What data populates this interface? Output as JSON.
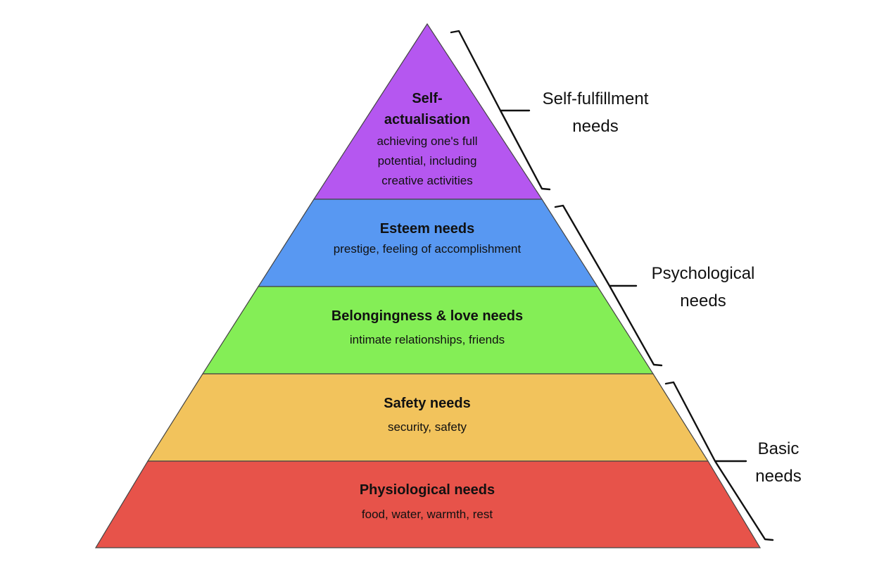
{
  "pyramid": {
    "levels": [
      {
        "id": "self-actualisation",
        "title_lines": [
          "Self-",
          "actualisation"
        ],
        "desc_lines": [
          "achieving one's full",
          "potential, including",
          "creative activities"
        ],
        "color": "#b557f0"
      },
      {
        "id": "esteem",
        "title_lines": [
          "Esteem needs"
        ],
        "desc_lines": [
          "prestige, feeling of accomplishment"
        ],
        "color": "#5898f2"
      },
      {
        "id": "belongingness",
        "title_lines": [
          "Belongingness & love needs"
        ],
        "desc_lines": [
          "intimate relationships, friends"
        ],
        "color": "#84ee56"
      },
      {
        "id": "safety",
        "title_lines": [
          "Safety needs"
        ],
        "desc_lines": [
          "security, safety"
        ],
        "color": "#f2c35c"
      },
      {
        "id": "physiological",
        "title_lines": [
          "Physiological needs"
        ],
        "desc_lines": [
          "food, water, warmth, rest"
        ],
        "color": "#e7534a"
      }
    ]
  },
  "groups": [
    {
      "id": "self-fulfillment",
      "lines": [
        "Self-fulfillment",
        "needs"
      ]
    },
    {
      "id": "psychological",
      "lines": [
        "Psychological",
        "needs"
      ]
    },
    {
      "id": "basic",
      "lines": [
        "Basic",
        "needs"
      ]
    }
  ]
}
